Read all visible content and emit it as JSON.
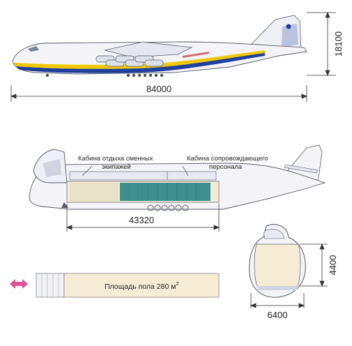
{
  "dimensions": {
    "length": "84000",
    "height": "18100",
    "cargo_length": "43320",
    "cabin_height": "4400",
    "cabin_width": "6400"
  },
  "cabins": {
    "crew_rest": [
      "Кабина отдыха сменных",
      "экипажей"
    ],
    "escort": [
      "Кабина сопровождающего",
      "персонала"
    ]
  },
  "floor_area": {
    "label": "Площадь пола 280 м",
    "superscript": "2"
  },
  "colors": {
    "fuselage": "#f4f4f8",
    "outline": "#555a66",
    "stripe_yellow": "#f0c800",
    "stripe_blue": "#1f3f9c",
    "cargo_floor": "#f6ecd6",
    "cargo_teal": "#3f8f8f",
    "arrow_pink": "#e0509a"
  }
}
